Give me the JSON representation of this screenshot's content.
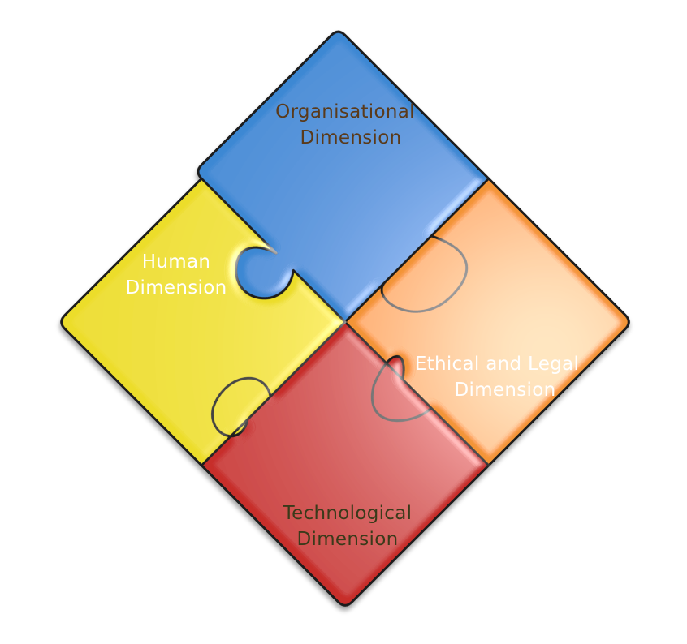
{
  "pieces": {
    "organisational": {
      "line1": "Organisational",
      "line2": "Dimension",
      "color": "#F39436",
      "text_color": "#5A3A1A"
    },
    "human": {
      "line1": "Human",
      "line2": "Dimension",
      "color": "#3D88D3",
      "text_color": "#FFFFFF"
    },
    "ethical": {
      "line1": "Ethical and Legal",
      "line2": "Dimension",
      "color": "#C72D2A",
      "text_color": "#FFFFFF"
    },
    "technological": {
      "line1": "Technological",
      "line2": "Dimension",
      "color": "#ECDD2A",
      "text_color": "#3A3A1A"
    }
  }
}
